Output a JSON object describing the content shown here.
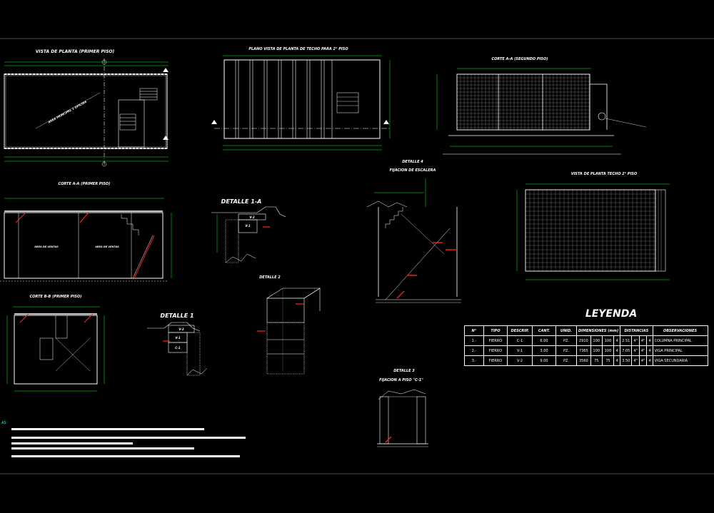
{
  "titles": {
    "plan_first": "VISTA DE PLANTA (PRIMER PISO)",
    "plan_roof": "PLANO VISTA DE PLANTA DE TECHO PARA 2° PISO",
    "cut_aa_second": "CORTE A-A (SEGUNDO PISO)",
    "cut_aa_first": "CORTE A-A (PRIMER PISO)",
    "cut_bb_first": "CORTE B-B (PRIMER PISO)",
    "detail_1a": "DETALLE 1-A",
    "detail_1": "DETALLE 1",
    "detail_2": "DETALLE 2",
    "detail_3": "DETALLE 3",
    "detail_3_sub": "FIJACION A PISO \"C-1\"",
    "detail_4": "DETALLE 4",
    "detail_4_sub": "FIJACION DE ESCALERA",
    "roof_plan_2": "VISTA DE PLANTA TECHO 2° PISO"
  },
  "labels": {
    "area_ventas_1": "AREA DE VENTAS",
    "area_ventas_2": "AREA DE VENTAS",
    "area_principal": "AREA PRINCIPAL 1 OFICINA",
    "notes_prefix": "AS:",
    "v2": "V-2",
    "v1": "V-1",
    "c1": "C-1"
  },
  "legend": {
    "title": "LEYENDA",
    "headers": [
      "N°",
      "TIPO",
      "DESCRIP.",
      "CANT.",
      "UNID.",
      "DIMENSIONES (mm)",
      "DISTANCIAS",
      "OBSERVACIONES"
    ],
    "rows": [
      [
        "1.-",
        "FIERRO",
        "C-1",
        "6.00",
        "PZ.",
        "2910",
        "100",
        "100",
        "4",
        "2.51",
        "4\"",
        "4\"",
        "4",
        "COLUMNA PRINCIPAL"
      ],
      [
        "2.-",
        "FIERRO",
        "V-1",
        "3.00",
        "PZ.",
        "7365",
        "100",
        "100",
        "4",
        "7.05",
        "4\"",
        "4\"",
        "4",
        "VIGA PRINCIPAL"
      ],
      [
        "3.-",
        "FIERRO",
        "V-2",
        "9.00",
        "PZ.",
        "3560",
        "75",
        "75",
        "4",
        "3.50",
        "4\"",
        "4\"",
        "4",
        "VIGA SECUNDARIA"
      ]
    ]
  },
  "colors": {
    "background": "#000000",
    "line": "#ffffff",
    "dimension": "#00ff00",
    "accent": "#ff2020",
    "mesh": "#9a9a9a"
  }
}
